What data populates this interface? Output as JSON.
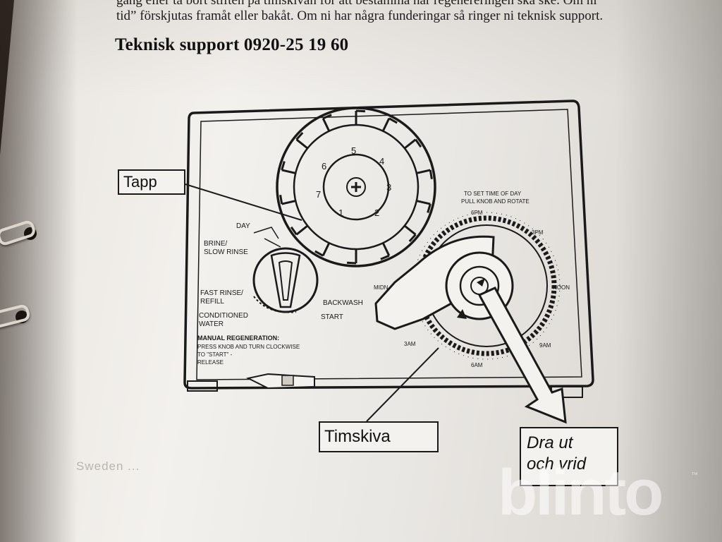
{
  "document": {
    "top_text_line1": "gång eller ta bort stiften på timskivan för att bestämma när regenereringen ska ske. Om ni",
    "top_text_line2": "tid” förskjutas framåt eller bakåt. Om ni har några funderingar så ringer ni teknisk support.",
    "support_heading": "Teknisk support 0920-25 19 60",
    "faint_footer": "Sweden ...",
    "watermark": "blinto",
    "watermark_tm": "™"
  },
  "callouts": {
    "tapp": "Tapp",
    "timskiva": "Timskiva",
    "dra_line1": "Dra ut",
    "dra_line2": "och vrid"
  },
  "diagram": {
    "day_label": "DAY",
    "brine_label_1": "BRINE/",
    "brine_label_2": "SLOW RINSE",
    "fast_rinse_1": "FAST RINSE/",
    "fast_rinse_2": "REFILL",
    "backwash": "BACKWASH",
    "conditioned_1": "CONDITIONED",
    "conditioned_2": "WATER",
    "start": "START",
    "manual_1": "MANUAL REGENERATION:",
    "manual_2": "PRESS KNOB AND TURN CLOCKWISE",
    "manual_3": "TO \"START\" -",
    "manual_4": "RELEASE",
    "set_time_1": "TO SET TIME OF DAY",
    "set_time_2": "PULL KNOB AND ROTATE",
    "time_6pm": "6PM",
    "time_3pm": "3PM",
    "time_noon": "NOON",
    "time_midnight": "MIDN.",
    "time_9am": "9AM",
    "time_6am": "6AM",
    "time_3am": "3AM",
    "day_numbers": [
      "1",
      "2",
      "3",
      "4",
      "5",
      "6",
      "7"
    ]
  }
}
